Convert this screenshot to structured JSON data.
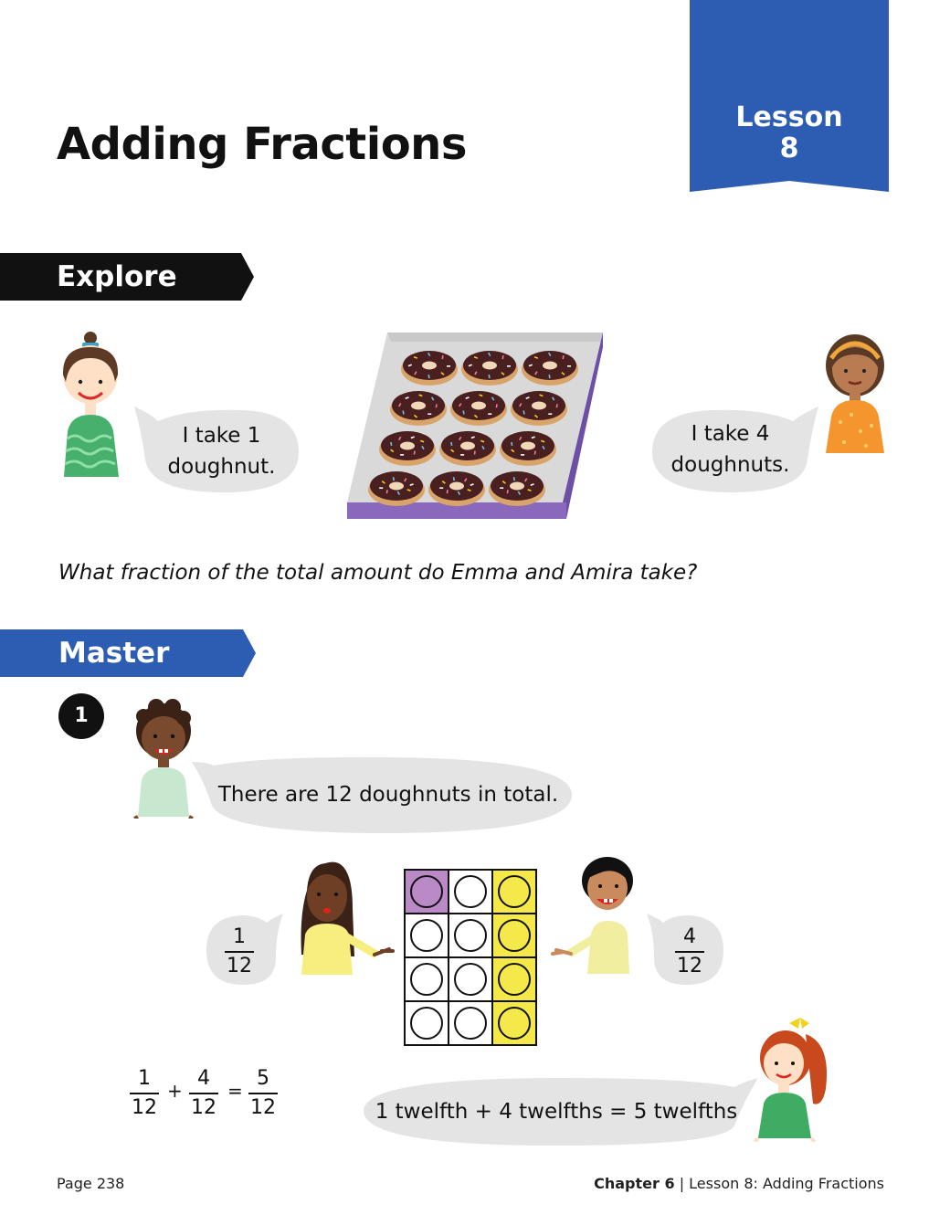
{
  "title": "Adding Fractions",
  "lesson": {
    "label": "Lesson",
    "number": "8",
    "color": "#2d5db3"
  },
  "sections": {
    "explore": {
      "label": "Explore",
      "color": "#111111"
    },
    "master": {
      "label": "Master",
      "color": "#2d5db3"
    }
  },
  "explore": {
    "bubble_left": [
      "I take 1",
      "doughnut."
    ],
    "bubble_right": [
      "I take 4",
      "doughnuts."
    ],
    "question": "What fraction of the total amount do Emma and Amira take?"
  },
  "master": {
    "step": "1",
    "bubble_total": "There are 12 doughnuts in total.",
    "left_fraction": {
      "num": "1",
      "den": "12"
    },
    "right_fraction": {
      "num": "4",
      "den": "12"
    },
    "equation": {
      "a": {
        "num": "1",
        "den": "12"
      },
      "plus": "+",
      "b": {
        "num": "4",
        "den": "12"
      },
      "equals": "=",
      "c": {
        "num": "5",
        "den": "12"
      }
    },
    "bubble_words": "1 twelfth + 4 twelfths = 5 twelfths"
  },
  "grid": {
    "columns": 3,
    "rows": 4,
    "cells": [
      "purple",
      "white",
      "yellow",
      "white",
      "white",
      "yellow",
      "white",
      "white",
      "yellow",
      "white",
      "white",
      "yellow"
    ],
    "colors": {
      "purple": "#b98ac6",
      "yellow": "#f5e94a",
      "white": "#ffffff"
    }
  },
  "footer": {
    "page": "Page 238",
    "chapter": "Chapter 6",
    "lesson_ref": "Lesson 8: Adding Fractions"
  }
}
